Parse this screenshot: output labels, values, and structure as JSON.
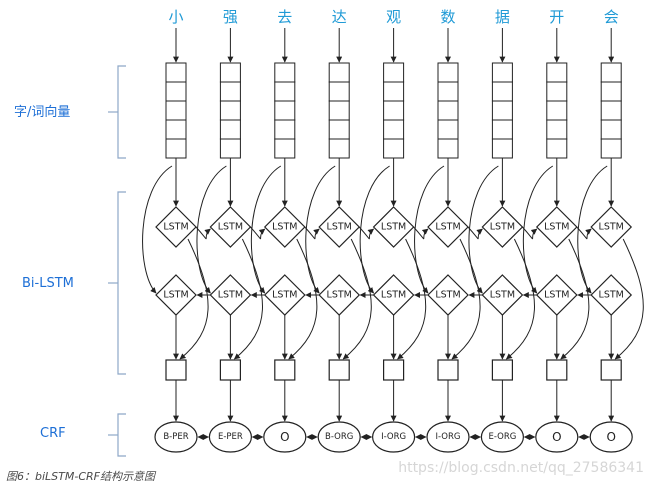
{
  "tokens": [
    "小",
    "强",
    "去",
    "达",
    "观",
    "数",
    "据",
    "开",
    "会"
  ],
  "tags": [
    "B-PER",
    "E-PER",
    "O",
    "B-ORG",
    "I-ORG",
    "I-ORG",
    "E-ORG",
    "O",
    "O"
  ],
  "node_label": "LSTM",
  "layers": {
    "embedding": "字/词向量",
    "bilstm": "Bi-LSTM",
    "crf": "CRF"
  },
  "caption": "图6：biLSTM-CRF结构示意图",
  "watermark": "https://blog.csdn.net/qq_27586341",
  "colors": {
    "token": "#1f9ad6",
    "layer_label": "#1d6fd6",
    "bracket": "#8ea8c8",
    "stroke": "#222222"
  }
}
